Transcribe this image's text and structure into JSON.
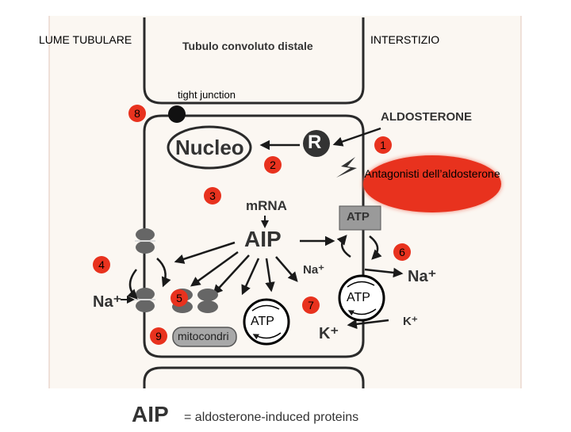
{
  "labels": {
    "lumen": "LUME TUBULARE",
    "interstitium": "INTERSTIZIO",
    "segment_title": "Tubulo convoluto distale",
    "tight_junction": "tight junction",
    "aldosterone": "ALDOSTERONE",
    "receptor": "R",
    "nucleus": "Nucleo",
    "mrna": "mRNA",
    "aip": "AIP",
    "atp_pump_box": "ATP",
    "na_plus": "Na⁺",
    "k_plus": "K⁺",
    "na_lumen": "Na⁺",
    "na_interstitium": "Na⁺",
    "k_interstitium": "K⁺",
    "mitochondria": "mitocondri",
    "atp_cycle_left": "ATP",
    "atp_cycle_right": "ATP",
    "antagonist": "Antagonisti dell’aldosterone",
    "footer_aip": "AIP",
    "footer_definition": "= aldosterone-induced proteins"
  },
  "badges": {
    "b1": "1",
    "b2": "2",
    "b3": "3",
    "b4": "4",
    "b5": "5",
    "b6": "6",
    "b7": "7",
    "b8": "8",
    "b9": "9"
  },
  "colors": {
    "badge": "#e8321e",
    "panel": "#fbf7f2",
    "frame": "#e2c4b8",
    "ink": "#1a1a1a",
    "membrane": "#2a2a2a",
    "pump_box": "#9a9a9a",
    "mito_fill": "#a8a8a8"
  }
}
